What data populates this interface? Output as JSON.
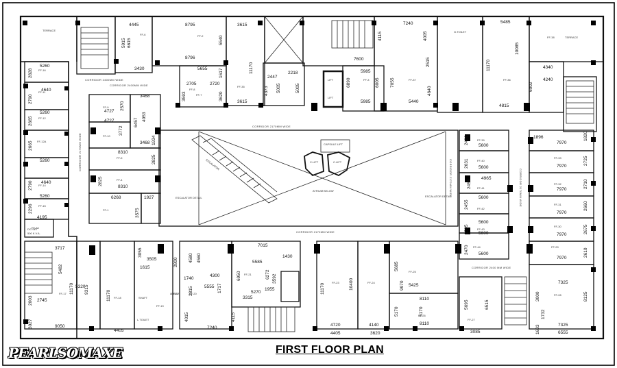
{
  "title": "FIRST FLOOR PLAN",
  "logo": "PEARLSOMAXE",
  "corridors": [
    "CORRIDOR 2400MM WIDE",
    "CORRIDOR 2170MM WIDE",
    "CORRIDOR 2170MM WIDE",
    "CORRIDOR 2170MM WIDE",
    "CORRIDOR 2170MM WIDE",
    "CORRIDOR 2170MM WIDE",
    "CORRIDOR 2400 MM WIDE",
    "CORRIDOR 2400MM WIDE"
  ],
  "rooms": [
    "FF-7",
    "FF-8",
    "FF-9",
    "FF-10",
    "FF-11",
    "FF-12",
    "FF-12A",
    "FF-14",
    "FF-15",
    "FF-16",
    "FF-1",
    "FF-2",
    "FF-3",
    "FF-4",
    "FF-5",
    "FF-6",
    "FF-36",
    "FF-37",
    "FF-38",
    "FF-39",
    "FF-40",
    "FF-41",
    "FF-42",
    "FF-43",
    "FF-44",
    "FF-27",
    "FF-28",
    "FF-29",
    "FF-30",
    "FF-31",
    "FF-32",
    "FF-33",
    "FF-20",
    "FF-21",
    "FF-22",
    "FF-23",
    "FF-24",
    "FF-25",
    "FF-26",
    "FF-17",
    "FF-18",
    "FF-19",
    "FF-34",
    "FF-35"
  ],
  "labels": {
    "terrace_l": "TERRACE",
    "terrace_r": "TERRACE",
    "lift1": "LIFT",
    "lift2": "LIFT",
    "capsule": "CAPSULE LIFT",
    "c_lift1": "C.LIFT",
    "c_lift2": "C.LIFT",
    "atrium": "ATRIUM BELOW",
    "escalator": "ESCALATOR",
    "esc_detail_l": "ESCALATOR DETAIL",
    "esc_detail_r": "ESCALATOR DETAIL",
    "shaft": "SHAFT",
    "lobby": "LOBBY",
    "toilet_l": "L.TOILET",
    "toilet_g": "G.TOILET",
    "dg_set": "DG SET",
    "kva": "500 K.V.A."
  },
  "dimensions": {
    "top": [
      "4445",
      "8795",
      "8796",
      "3615",
      "3615",
      "7240",
      "5485",
      "10085",
      "4340",
      "4240",
      "4815",
      "5655",
      "2705",
      "2720",
      "2447",
      "2218",
      "7600",
      "5985",
      "5985",
      "5440",
      "3430",
      "5915",
      "6615",
      "11170",
      "11170",
      "4115",
      "4005",
      "2515",
      "4640",
      "5540",
      "1617",
      "3593",
      "3620",
      "4373",
      "5005",
      "5005",
      "6890",
      "6005",
      "7055",
      "6002"
    ],
    "left": [
      "5260",
      "2828",
      "4640",
      "2790",
      "5260",
      "2665",
      "2665",
      "5260",
      "2790",
      "4640",
      "5260",
      "2296",
      "4195",
      "4727",
      "4727",
      "3468",
      "3468",
      "2570",
      "3772",
      "6457",
      "4053",
      "1934",
      "8310",
      "2825",
      "8310",
      "6268",
      "1927",
      "2825",
      "3575",
      "3717",
      "5482",
      "2003",
      "2745",
      "3027",
      "11170",
      "9315",
      "5320",
      "9050"
    ],
    "right": [
      "1896",
      "1820",
      "7970",
      "7970",
      "7970",
      "7970",
      "7970",
      "7970",
      "2725",
      "2710",
      "2660",
      "2675",
      "2610",
      "2480",
      "5600",
      "2631",
      "5600",
      "4965",
      "2455",
      "5600",
      "2455",
      "5600",
      "2595",
      "5600",
      "2470",
      "5600",
      "7325",
      "7325",
      "6555",
      "8125",
      "3000",
      "1732",
      "1603"
    ],
    "bottom": [
      "3055",
      "3505",
      "1615",
      "4405",
      "11170",
      "2800",
      "4580",
      "4560",
      "1740",
      "2815",
      "4015",
      "4300",
      "5555",
      "1717",
      "7240",
      "4115",
      "7015",
      "5585",
      "1430",
      "6950",
      "6272",
      "3592",
      "1955",
      "5270",
      "3315",
      "11170",
      "10400",
      "4720",
      "4140",
      "4405",
      "3620",
      "5685",
      "9970",
      "5425",
      "8110",
      "8110",
      "5170",
      "5170",
      "5695",
      "6515",
      "3085"
    ]
  }
}
